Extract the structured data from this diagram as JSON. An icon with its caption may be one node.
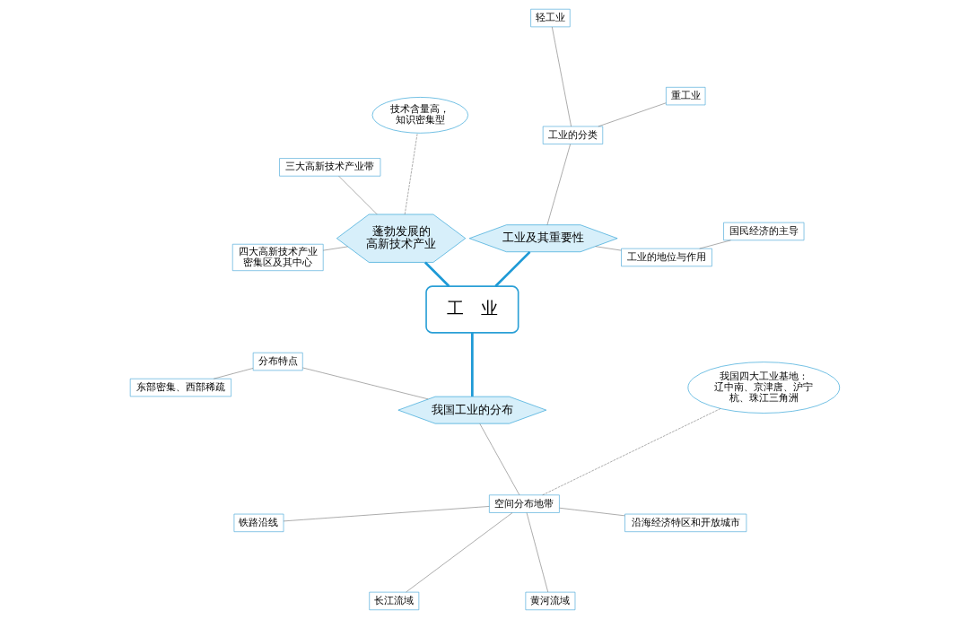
{
  "diagram": {
    "nodes": [
      {
        "text": [
          "工　业"
        ]
      },
      {
        "text": [
          "工业及其重要性"
        ]
      },
      {
        "text": [
          "工业的地位与作用"
        ]
      },
      {
        "text": [
          "国民经济的主导"
        ]
      },
      {
        "text": [
          "工业的分类"
        ]
      },
      {
        "text": [
          "重工业"
        ]
      },
      {
        "text": [
          "轻工业"
        ]
      },
      {
        "text": [
          "蓬勃发展的高新技术产业"
        ]
      },
      {
        "text": [
          "技术含量高，知识密集型"
        ]
      },
      {
        "text": [
          "三大高新技术产业带"
        ]
      },
      {
        "text": [
          "四大高新技术产业密集区及其中心"
        ]
      },
      {
        "text": [
          "我国工业的分布"
        ]
      },
      {
        "text": [
          "分布特点"
        ]
      },
      {
        "text": [
          "东部密集、西部稀疏"
        ]
      },
      {
        "text": [
          "空间分布地带"
        ]
      },
      {
        "text": [
          "铁路沿线"
        ]
      },
      {
        "text": [
          "长江流域"
        ]
      },
      {
        "text": [
          "黄河流域"
        ]
      },
      {
        "text": [
          "沿海经济特区和开放城市"
        ]
      },
      {
        "text": [
          "我国四大工业基地：辽中南、京津唐、沪宁杭、珠江三角洲"
        ]
      }
    ],
    "edges": [
      {
        "from": 0,
        "to": 1,
        "arrow": "none",
        "style": "thick",
        "color": "#1e9ad6"
      },
      {
        "from": 1,
        "to": 2,
        "arrow": "none"
      },
      {
        "from": 2,
        "to": 3,
        "arrow": "none"
      },
      {
        "from": 1,
        "to": 4,
        "arrow": "none"
      },
      {
        "from": 4,
        "to": 5,
        "arrow": "none"
      },
      {
        "from": 4,
        "to": 6,
        "arrow": "none"
      },
      {
        "from": 0,
        "to": 7,
        "arrow": "none",
        "style": "thick",
        "color": "#1e9ad6"
      },
      {
        "from": 7,
        "to": 8,
        "arrow": "none",
        "style": "dashed"
      },
      {
        "from": 7,
        "to": 9,
        "arrow": "none"
      },
      {
        "from": 7,
        "to": 10,
        "arrow": "none"
      },
      {
        "from": 0,
        "to": 11,
        "arrow": "none",
        "style": "thick",
        "color": "#1e9ad6"
      },
      {
        "from": 11,
        "to": 12,
        "arrow": "none"
      },
      {
        "from": 12,
        "to": 13,
        "arrow": "none"
      },
      {
        "from": 11,
        "to": 14,
        "arrow": "none"
      },
      {
        "from": 14,
        "to": 15,
        "arrow": "none"
      },
      {
        "from": 14,
        "to": 16,
        "arrow": "none"
      },
      {
        "from": 14,
        "to": 17,
        "arrow": "none"
      },
      {
        "from": 14,
        "to": 18,
        "arrow": "none"
      },
      {
        "from": 14,
        "to": 19,
        "arrow": "none",
        "style": "dashed"
      }
    ]
  }
}
